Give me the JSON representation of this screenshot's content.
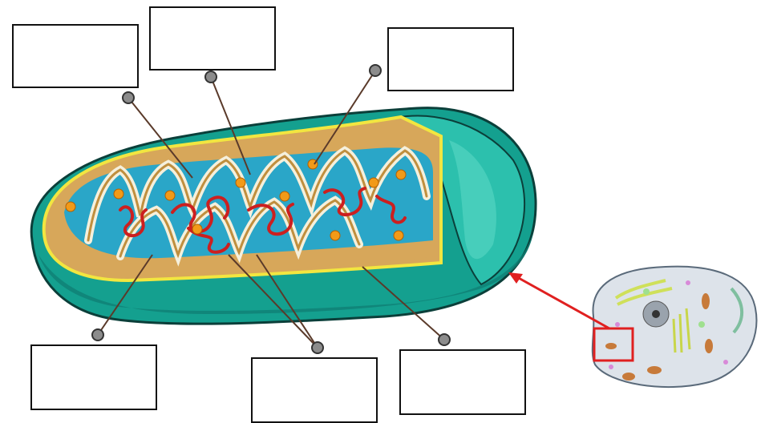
{
  "diagram": {
    "subject": "mitochondrion-structure-labeling",
    "label_boxes": [
      {
        "id": "box-1",
        "text": ""
      },
      {
        "id": "box-2",
        "text": ""
      },
      {
        "id": "box-3",
        "text": ""
      },
      {
        "id": "box-4",
        "text": ""
      },
      {
        "id": "box-5",
        "text": ""
      },
      {
        "id": "box-6",
        "text": ""
      }
    ],
    "colors": {
      "outer_membrane": "#14a08f",
      "outer_membrane_dark": "#0d6e66",
      "intermembrane_line": "#f2e640",
      "cristae_fill": "#d7a75a",
      "matrix": "#2aa6c8",
      "dna": "#cc1f1f",
      "ribosome": "#f29a18",
      "leader_line": "#5a3a2a",
      "pointer_dot": "#8c8c8c",
      "highlight_arrow": "#e02020",
      "cell_fill": "#dde3ea"
    }
  }
}
